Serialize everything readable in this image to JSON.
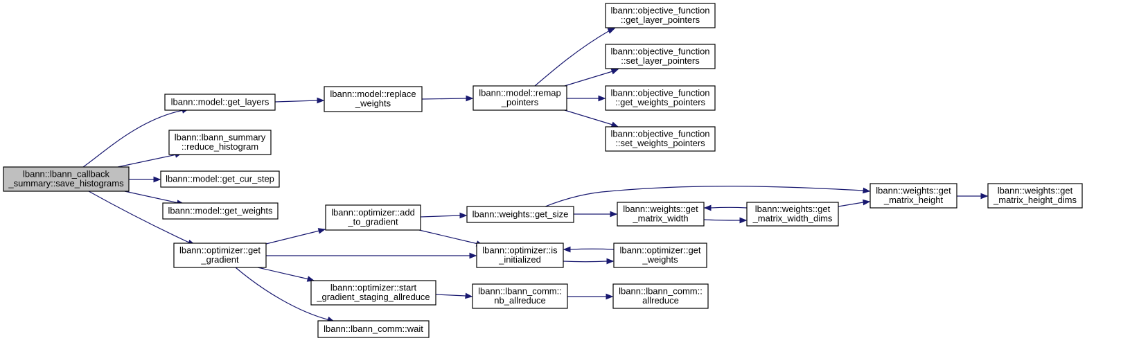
{
  "diagram": {
    "kind": "call-graph",
    "nodes": [
      {
        "id": "root",
        "lines": [
          "lbann::lbann_callback",
          "_summary::save_histograms"
        ],
        "highlighted": true
      },
      {
        "id": "get_layers",
        "lines": [
          "lbann::model::get_layers"
        ]
      },
      {
        "id": "replace_weights",
        "lines": [
          "lbann::model::replace",
          "_weights"
        ]
      },
      {
        "id": "remap_pointers",
        "lines": [
          "lbann::model::remap",
          "_pointers"
        ]
      },
      {
        "id": "of_get_layer_pointers",
        "lines": [
          "lbann::objective_function",
          "::get_layer_pointers"
        ]
      },
      {
        "id": "of_set_layer_pointers",
        "lines": [
          "lbann::objective_function",
          "::set_layer_pointers"
        ]
      },
      {
        "id": "of_get_weights_pointers",
        "lines": [
          "lbann::objective_function",
          "::get_weights_pointers"
        ]
      },
      {
        "id": "of_set_weights_pointers",
        "lines": [
          "lbann::objective_function",
          "::set_weights_pointers"
        ]
      },
      {
        "id": "reduce_histogram",
        "lines": [
          "lbann::lbann_summary",
          "::reduce_histogram"
        ]
      },
      {
        "id": "get_cur_step",
        "lines": [
          "lbann::model::get_cur_step"
        ]
      },
      {
        "id": "model_get_weights",
        "lines": [
          "lbann::model::get_weights"
        ]
      },
      {
        "id": "opt_get_gradient",
        "lines": [
          "lbann::optimizer::get",
          "_gradient"
        ]
      },
      {
        "id": "opt_add_to_gradient",
        "lines": [
          "lbann::optimizer::add",
          "_to_gradient"
        ]
      },
      {
        "id": "w_get_size",
        "lines": [
          "lbann::weights::get_size"
        ]
      },
      {
        "id": "w_get_matrix_width",
        "lines": [
          "lbann::weights::get",
          "_matrix_width"
        ]
      },
      {
        "id": "w_get_matrix_width_dims",
        "lines": [
          "lbann::weights::get",
          "_matrix_width_dims"
        ]
      },
      {
        "id": "w_get_matrix_height",
        "lines": [
          "lbann::weights::get",
          "_matrix_height"
        ]
      },
      {
        "id": "w_get_matrix_height_dims",
        "lines": [
          "lbann::weights::get",
          "_matrix_height_dims"
        ]
      },
      {
        "id": "opt_is_initialized",
        "lines": [
          "lbann::optimizer::is",
          "_initialized"
        ]
      },
      {
        "id": "opt_get_weights",
        "lines": [
          "lbann::optimizer::get",
          "_weights"
        ]
      },
      {
        "id": "opt_start_staging",
        "lines": [
          "lbann::optimizer::start",
          "_gradient_staging_allreduce"
        ]
      },
      {
        "id": "comm_nb_allreduce",
        "lines": [
          "lbann::lbann_comm::",
          "nb_allreduce"
        ]
      },
      {
        "id": "comm_allreduce",
        "lines": [
          "lbann::lbann_comm::",
          "allreduce"
        ]
      },
      {
        "id": "comm_wait",
        "lines": [
          "lbann::lbann_comm::wait"
        ]
      }
    ],
    "edges": [
      {
        "from": "root",
        "to": "get_layers"
      },
      {
        "from": "root",
        "to": "reduce_histogram"
      },
      {
        "from": "root",
        "to": "get_cur_step"
      },
      {
        "from": "root",
        "to": "model_get_weights"
      },
      {
        "from": "root",
        "to": "opt_get_gradient"
      },
      {
        "from": "get_layers",
        "to": "replace_weights"
      },
      {
        "from": "replace_weights",
        "to": "remap_pointers"
      },
      {
        "from": "remap_pointers",
        "to": "of_get_layer_pointers"
      },
      {
        "from": "remap_pointers",
        "to": "of_set_layer_pointers"
      },
      {
        "from": "remap_pointers",
        "to": "of_get_weights_pointers"
      },
      {
        "from": "remap_pointers",
        "to": "of_set_weights_pointers"
      },
      {
        "from": "opt_get_gradient",
        "to": "opt_add_to_gradient"
      },
      {
        "from": "opt_get_gradient",
        "to": "opt_is_initialized"
      },
      {
        "from": "opt_get_gradient",
        "to": "opt_start_staging"
      },
      {
        "from": "opt_get_gradient",
        "to": "comm_wait"
      },
      {
        "from": "opt_add_to_gradient",
        "to": "w_get_size"
      },
      {
        "from": "opt_add_to_gradient",
        "to": "opt_is_initialized"
      },
      {
        "from": "w_get_size",
        "to": "w_get_matrix_width"
      },
      {
        "from": "w_get_size",
        "to": "w_get_matrix_height"
      },
      {
        "from": "w_get_matrix_width",
        "to": "w_get_matrix_width_dims"
      },
      {
        "from": "w_get_matrix_width_dims",
        "to": "w_get_matrix_width"
      },
      {
        "from": "w_get_matrix_width_dims",
        "to": "w_get_matrix_height"
      },
      {
        "from": "w_get_matrix_height",
        "to": "w_get_matrix_height_dims"
      },
      {
        "from": "opt_is_initialized",
        "to": "opt_get_weights"
      },
      {
        "from": "opt_get_weights",
        "to": "opt_is_initialized"
      },
      {
        "from": "opt_start_staging",
        "to": "comm_nb_allreduce"
      },
      {
        "from": "comm_nb_allreduce",
        "to": "comm_allreduce"
      }
    ],
    "colors": {
      "edge": "#191970",
      "node_border": "#000000",
      "node_fill": "#ffffff",
      "root_fill": "#bfbfbf"
    }
  }
}
